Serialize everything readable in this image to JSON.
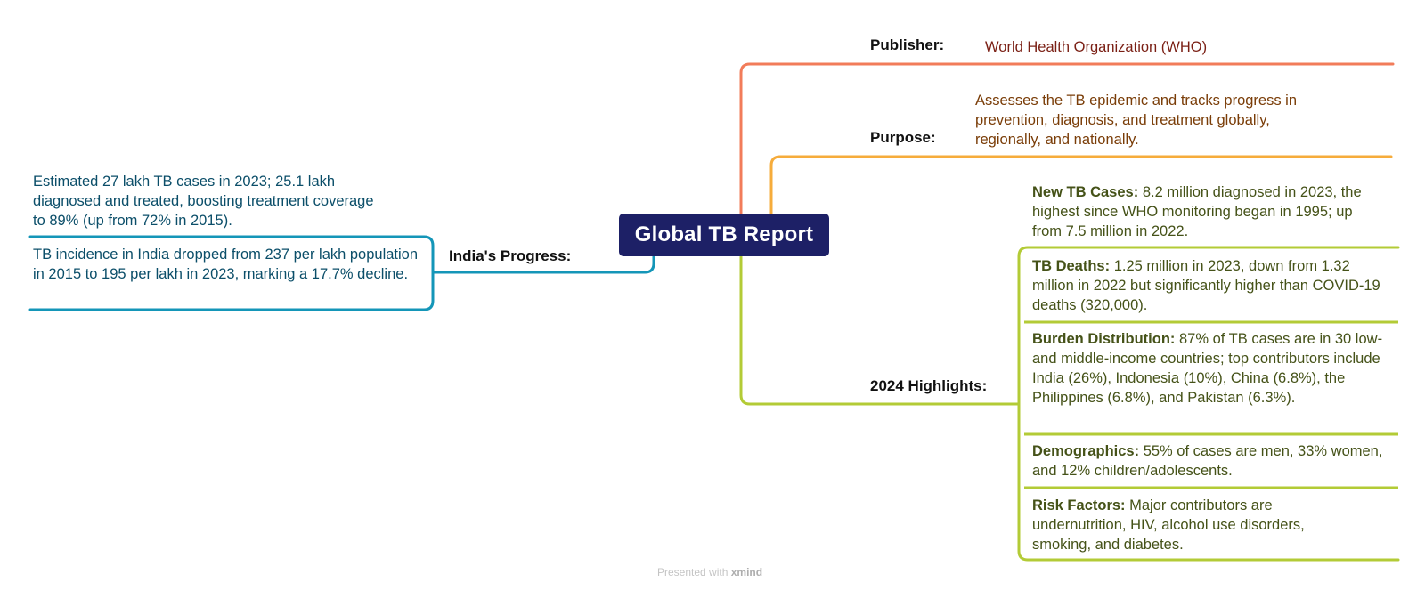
{
  "central_topic": "Global TB Report",
  "branches": {
    "publisher": {
      "label": "Publisher:",
      "value": "World Health Organization (WHO)",
      "color": "#f27c5a"
    },
    "purpose": {
      "label": "Purpose:",
      "value": "Assesses the TB epidemic and tracks progress in prevention, diagnosis, and treatment globally, regionally, and nationally.",
      "color": "#f6ac3b"
    },
    "highlights": {
      "label": "2024 Highlights:",
      "color": "#b3cb36",
      "items": [
        {
          "key": "New TB Cases:",
          "text": "8.2 million diagnosed in 2023, the highest since WHO monitoring began in 1995; up from 7.5 million in 2022."
        },
        {
          "key": "TB Deaths:",
          "text": "1.25 million in 2023, down from 1.32 million in 2022 but significantly higher than COVID-19 deaths (320,000)."
        },
        {
          "key": "Burden Distribution:",
          "text": "87% of TB cases are in 30 low- and middle-income countries; top contributors include India (26%), Indonesia (10%), China (6.8%), the Philippines (6.8%), and Pakistan (6.3%)."
        },
        {
          "key": "Demographics:",
          "text": "55% of cases are men, 33% women, and 12% children/adolescents."
        },
        {
          "key": "Risk Factors:",
          "text": "Major contributors are undernutrition, HIV, alcohol use disorders, smoking, and diabetes."
        }
      ]
    },
    "india": {
      "label": "India's Progress:",
      "color": "#1496b8",
      "items": [
        "Estimated 27 lakh TB cases in 2023; 25.1 lakh diagnosed and treated, boosting treatment coverage to 89% (up from 72% in 2015).",
        "TB incidence in India dropped from 237 per lakh population in 2015 to 195 per lakh in 2023, marking a 17.7% decline."
      ]
    }
  },
  "footer": {
    "prefix": "Presented with",
    "brand": "xmind"
  }
}
